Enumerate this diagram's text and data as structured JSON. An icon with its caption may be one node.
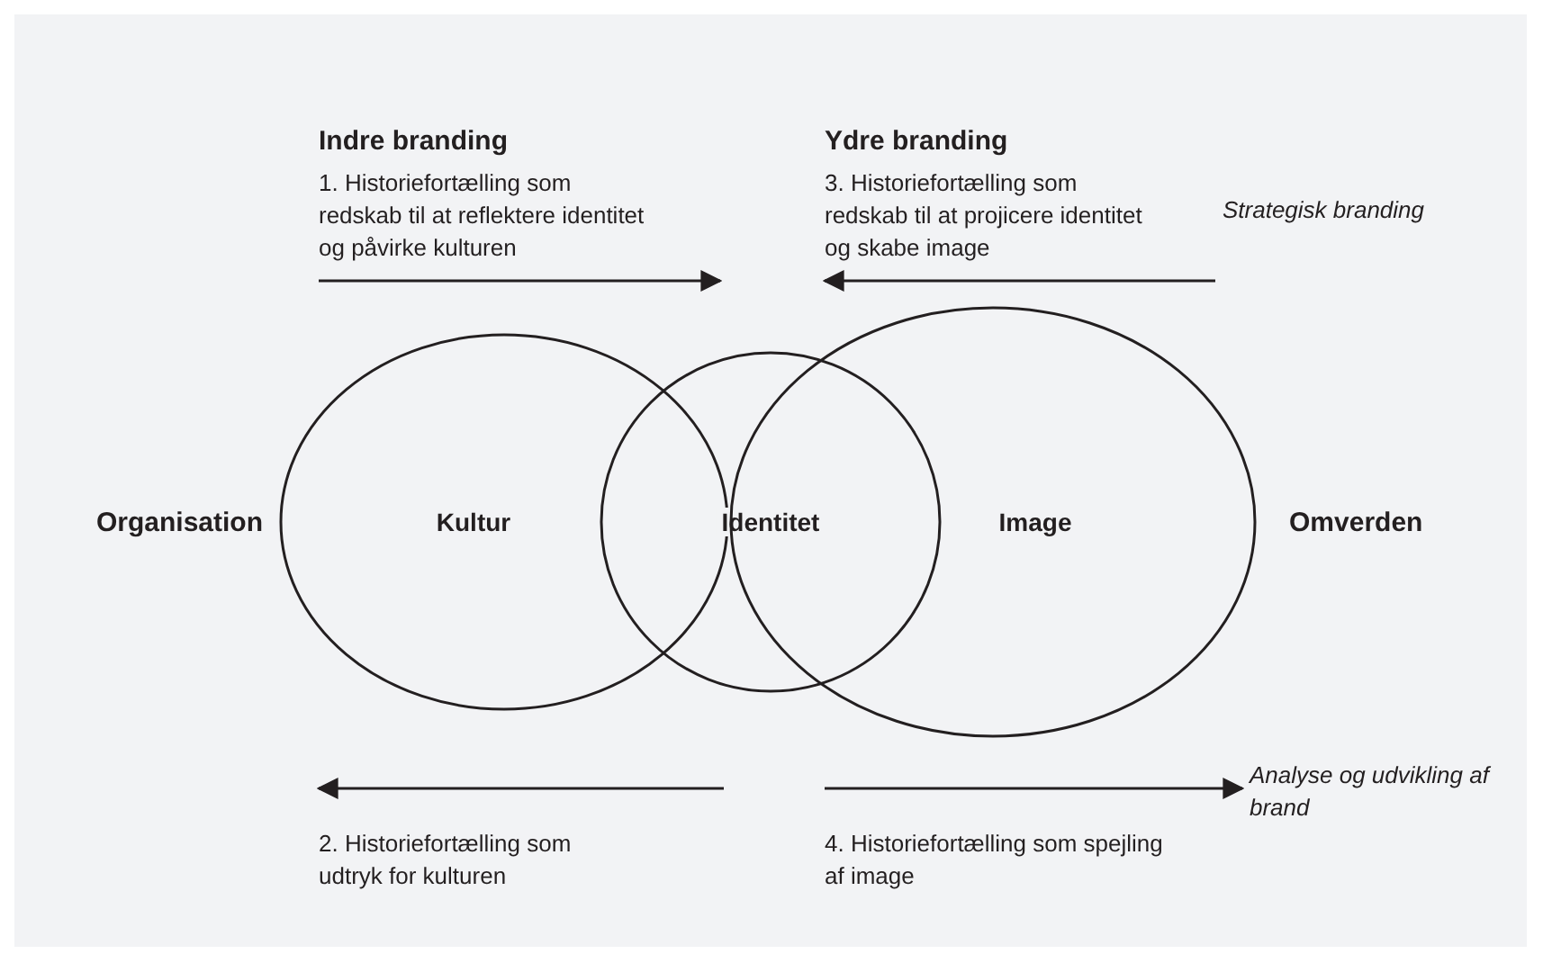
{
  "diagram": {
    "nodes": [
      {
        "text": [
          "Kultur"
        ]
      },
      {
        "text": [
          "Identitet"
        ]
      },
      {
        "text": [
          "Image"
        ]
      }
    ],
    "edges": [],
    "labels": [
      "Indre branding",
      "1. Historiefortælling som redskab til at reflektere identitet og påvirke kulturen",
      "Ydre branding",
      "3. Historiefortælling som redskab til at projicere identitet og skabe image",
      "Strategisk branding",
      "Organisation",
      "Omverden",
      "Analyse og udvikling af brand",
      "2. Historiefortælling som udtryk for kulturen",
      "4. Historiefortælling som spejling af image"
    ]
  }
}
